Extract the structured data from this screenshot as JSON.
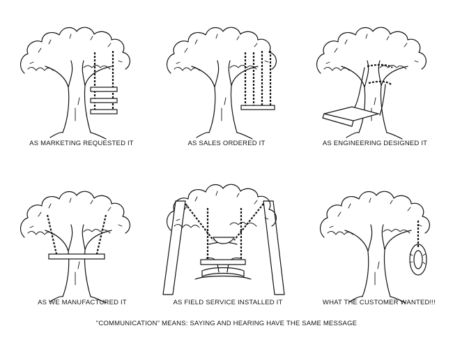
{
  "panels": [
    {
      "caption": "AS MARKETING REQUESTED IT",
      "icon": "tree-swing-three-seats-icon"
    },
    {
      "caption": "AS SALES ORDERED IT",
      "icon": "tree-swing-long-ropes-icon"
    },
    {
      "caption": "AS ENGINEERING DESIGNED IT",
      "icon": "tree-swing-folded-seat-icon"
    },
    {
      "caption": "AS WE MANUFACTURED IT",
      "icon": "tree-swing-around-trunk-icon"
    },
    {
      "caption": "AS FIELD SERVICE INSTALLED IT",
      "icon": "tree-swing-propped-icon"
    },
    {
      "caption": "WHAT THE CUSTOMER WANTED!!!",
      "icon": "tire-swing-icon"
    }
  ],
  "footer": "\"COMMUNICATION\" MEANS:  SAYING AND HEARING HAVE THE SAME MESSAGE"
}
